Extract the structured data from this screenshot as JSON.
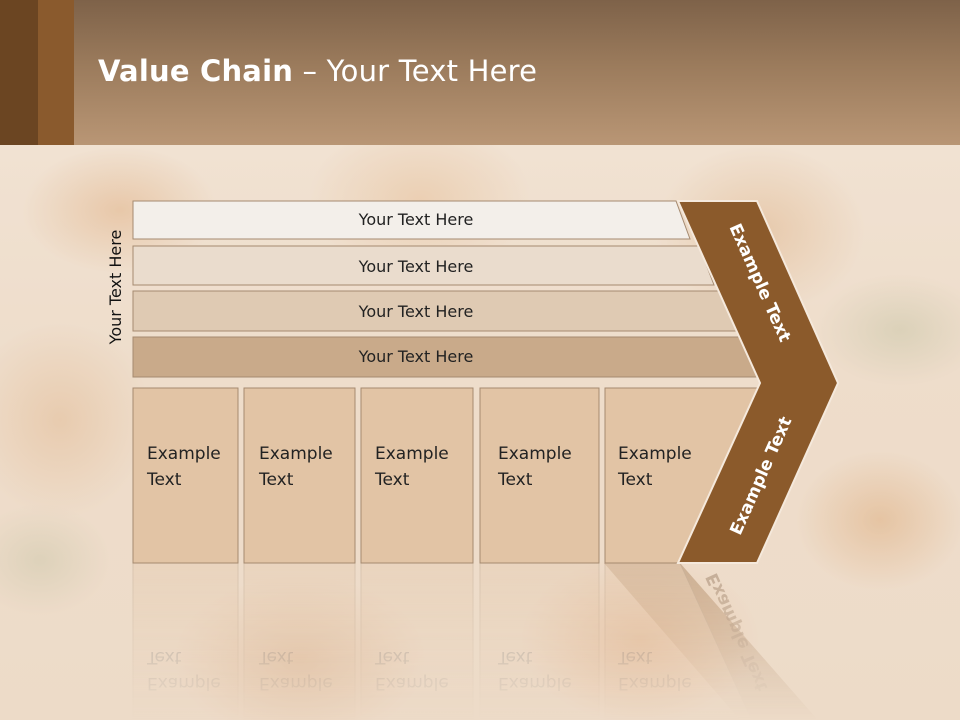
{
  "slide": {
    "title_bold": "Value Chain",
    "title_rest": " – Your Text Here",
    "side_label": "Your Text Here",
    "bars": [
      {
        "label": "Your Text Here",
        "color": "#f3efea"
      },
      {
        "label": "Your Text Here",
        "color": "#eadccd"
      },
      {
        "label": "Your Text Here",
        "color": "#dfcab3"
      },
      {
        "label": "Your Text Here",
        "color": "#c9aa8a"
      }
    ],
    "boxes": [
      {
        "line1": "Example",
        "line2": "Text"
      },
      {
        "line1": "Example",
        "line2": "Text"
      },
      {
        "line1": "Example",
        "line2": "Text"
      },
      {
        "line1": "Example",
        "line2": "Text"
      },
      {
        "line1": "Example",
        "line2": "Text"
      }
    ],
    "chevron_top_label": "Example Text",
    "chevron_bottom_label": "Example Text",
    "colors": {
      "header": "#9b7b5c",
      "chevron": "#8b5a2b",
      "box_fill": "#e2c4a5",
      "box_stroke": "#a58a70"
    }
  }
}
